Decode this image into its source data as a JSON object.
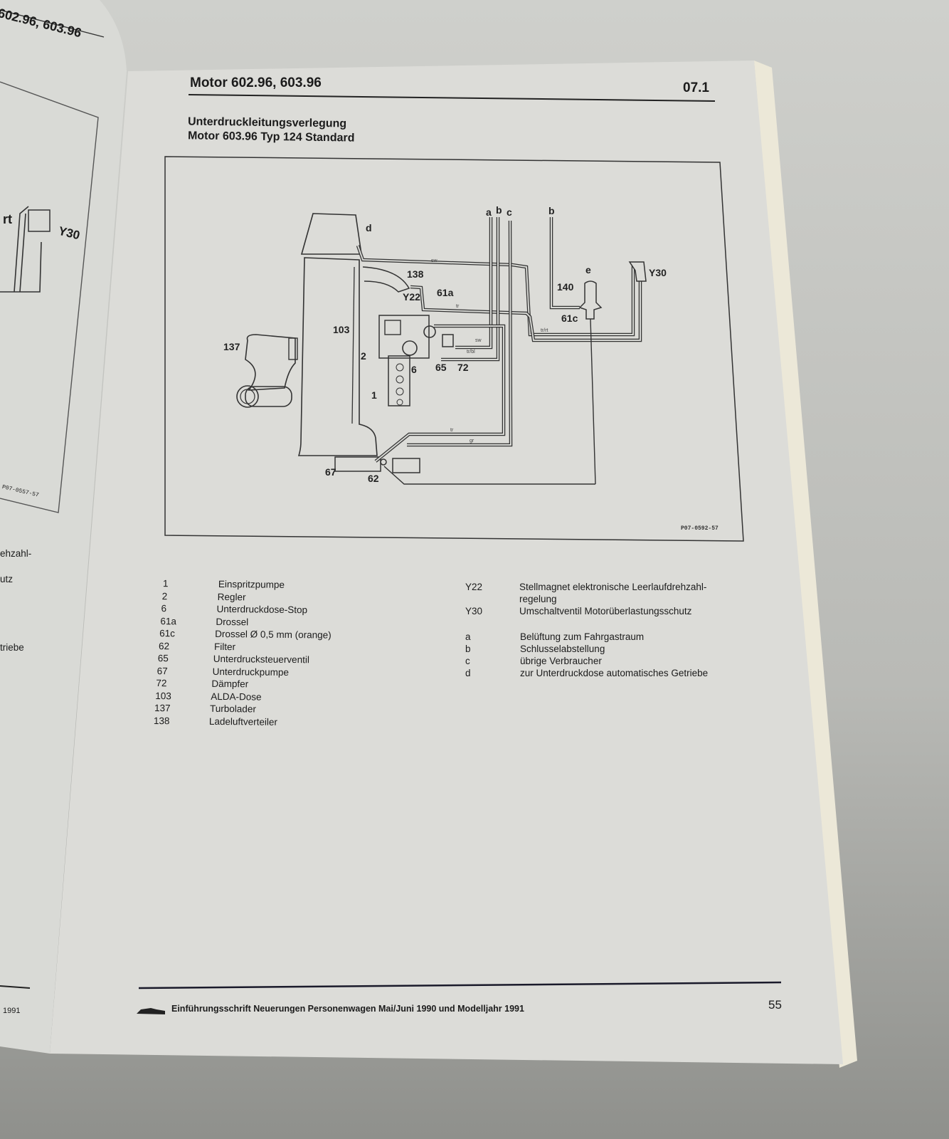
{
  "left_page": {
    "header": "602.96, 603.96",
    "diagram_label": "Y30",
    "diagram_label_rt": "rt",
    "figure_code": "P07-0557-57",
    "fragments": [
      "ehzahl-",
      "utz",
      "triebe"
    ],
    "footer_fragment": "1991"
  },
  "header": {
    "title": "Motor 602.96, 603.96",
    "section": "07.1"
  },
  "subtitle": {
    "line1": "Unterdruckleitungsverlegung",
    "line2": "Motor 603.96 Typ 124 Standard"
  },
  "diagram": {
    "figure_code": "P07-0592-57",
    "labels": {
      "d": "d",
      "a": "a",
      "b": "b",
      "c": "c",
      "b2": "b",
      "e": "e",
      "l138": "138",
      "Y22": "Y22",
      "l61a": "61a",
      "l103": "103",
      "l137": "137",
      "l2": "2",
      "l6": "6",
      "l65": "65",
      "l72": "72",
      "l1": "1",
      "l67": "67",
      "l62": "62",
      "l140": "140",
      "l61c": "61c",
      "Y30": "Y30"
    },
    "hose_colors": {
      "sw": "sw",
      "tr": "tr",
      "trbl": "tr/bl",
      "trrt": "tr/rt",
      "gr": "gr",
      "sw2": "sw",
      "tr2": "tr"
    }
  },
  "legend_left": [
    {
      "key": "1",
      "text": "Einspritzpumpe"
    },
    {
      "key": "2",
      "text": "Regler"
    },
    {
      "key": "6",
      "text": "Unterdruckdose-Stop"
    },
    {
      "key": "61a",
      "text": "Drossel"
    },
    {
      "key": "61c",
      "text": "Drossel Ø 0,5 mm (orange)"
    },
    {
      "key": "62",
      "text": "Filter"
    },
    {
      "key": "65",
      "text": "Unterdrucksteuerventil"
    },
    {
      "key": "67",
      "text": "Unterdruckpumpe"
    },
    {
      "key": "72",
      "text": "Dämpfer"
    },
    {
      "key": "103",
      "text": "ALDA-Dose"
    },
    {
      "key": "137",
      "text": "Turbolader"
    },
    {
      "key": "138",
      "text": "Ladeluftverteiler"
    }
  ],
  "legend_right": [
    {
      "key": "Y22",
      "text": "Stellmagnet elektronische Leerlaufdrehzahl-",
      "text2": "regelung"
    },
    {
      "key": "Y30",
      "text": "Umschaltventil Motorüberlastungsschutz"
    },
    {
      "key": "a",
      "text": "Belüftung zum Fahrgastraum"
    },
    {
      "key": "b",
      "text": "Schlusselabstellung"
    },
    {
      "key": "c",
      "text": "übrige Verbraucher"
    },
    {
      "key": "d",
      "text": "zur Unterdruckdose automatisches Getriebe"
    }
  ],
  "footer": {
    "text": "Einführungsschrift Neuerungen Personenwagen Mai/Juni 1990 und Modelljahr 1991",
    "page_number": "55"
  }
}
